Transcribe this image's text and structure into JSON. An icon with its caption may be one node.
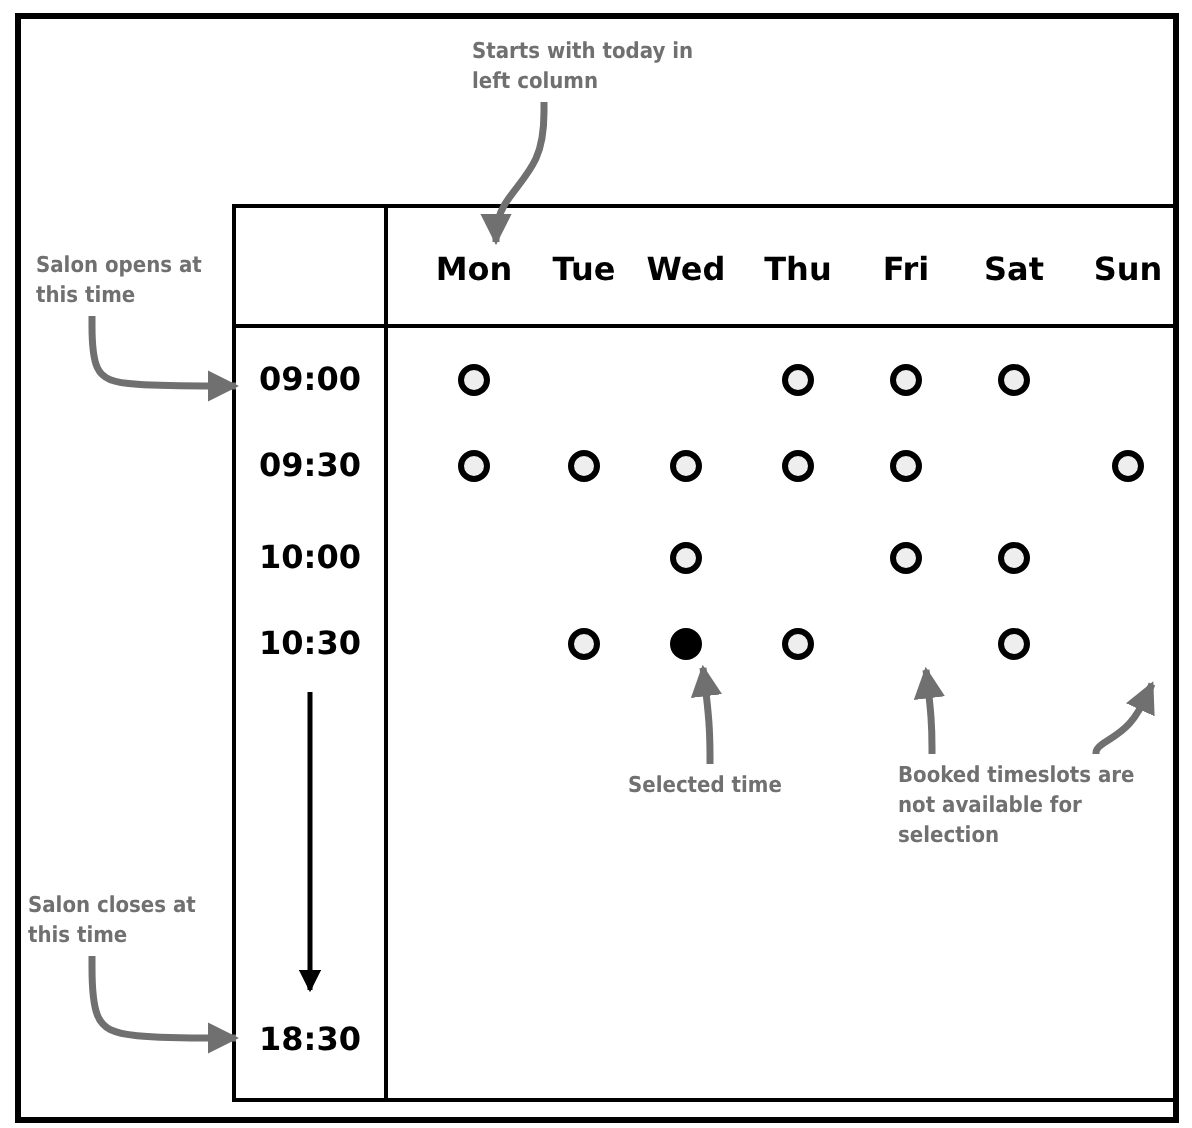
{
  "diagram": {
    "nodes": [
      {
        "text": [
          "Starts with today in left column"
        ]
      },
      {
        "text": [
          "Salon opens at this time"
        ]
      },
      {
        "text": [
          "Mon"
        ]
      },
      {
        "text": [
          "Tue"
        ]
      },
      {
        "text": [
          "Wed"
        ]
      },
      {
        "text": [
          "Thu"
        ]
      },
      {
        "text": [
          "Fri"
        ]
      },
      {
        "text": [
          "Sat"
        ]
      },
      {
        "text": [
          "Sun"
        ]
      },
      {
        "text": [
          "09:00"
        ]
      },
      {
        "text": [],
        "shape": "circle"
      },
      {
        "text": [],
        "shape": "circle"
      },
      {
        "text": [],
        "shape": "circle"
      },
      {
        "text": [],
        "shape": "circle"
      },
      {
        "text": [
          "09:30"
        ]
      },
      {
        "text": [],
        "shape": "circle"
      },
      {
        "text": [],
        "shape": "circle"
      },
      {
        "text": [],
        "shape": "circle"
      },
      {
        "text": [],
        "shape": "circle"
      },
      {
        "text": [],
        "shape": "circle"
      },
      {
        "text": [],
        "shape": "circle"
      },
      {
        "text": [
          "10:00"
        ]
      },
      {
        "text": [],
        "shape": "circle"
      },
      {
        "text": [],
        "shape": "circle"
      },
      {
        "text": [],
        "shape": "circle"
      },
      {
        "text": [
          "10:30"
        ]
      },
      {
        "text": [],
        "shape": "circle"
      },
      {
        "text": [],
        "shape": "dot"
      },
      {
        "text": [],
        "shape": "circle"
      },
      {
        "text": [],
        "shape": "circle"
      },
      {
        "text": [
          "Selected time"
        ]
      },
      {
        "text": [
          "Booked timeslots are not available for selection"
        ]
      },
      {
        "text": [
          "Salon closes at this time"
        ]
      },
      {
        "text": [
          "18:30"
        ]
      }
    ],
    "edges": [
      {
        "from": 0,
        "to": 2,
        "arrow": "to"
      },
      {
        "from": 1,
        "to": 9,
        "arrow": "to"
      },
      {
        "from": 25,
        "to": 33,
        "arrow": "to",
        "color": "#000000"
      },
      {
        "from": 30,
        "to": 27,
        "arrow": "to"
      },
      {
        "from": 31,
        "to": null,
        "arrow": "to"
      },
      {
        "from": 31,
        "to": null,
        "arrow": "to"
      },
      {
        "from": 32,
        "to": 33,
        "arrow": "to"
      }
    ]
  }
}
